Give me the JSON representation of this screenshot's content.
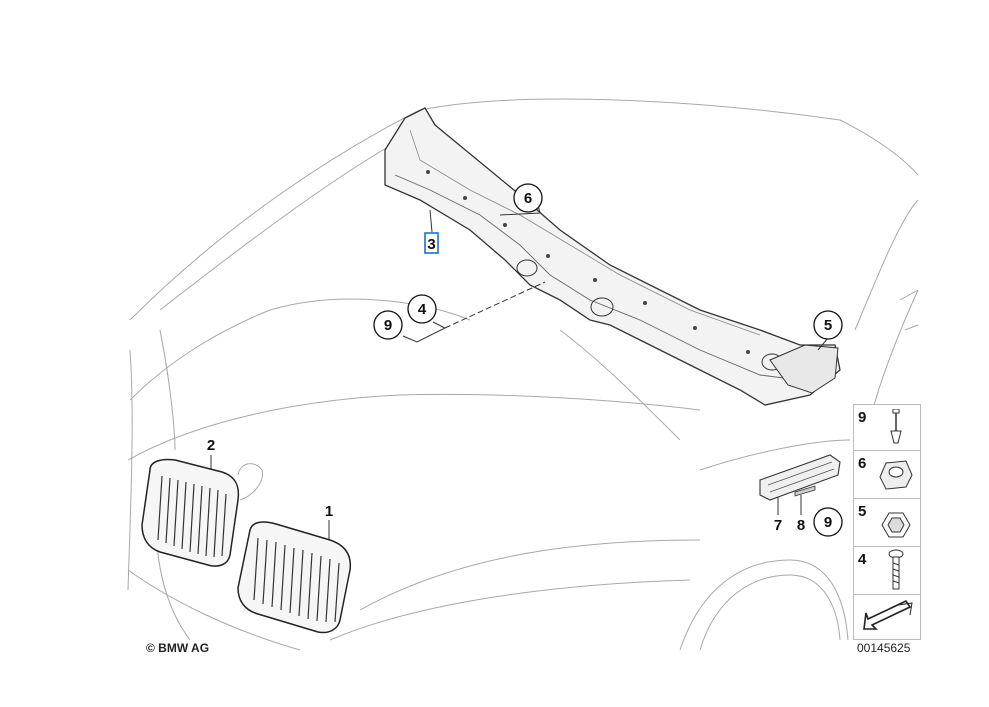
{
  "callouts": {
    "c1": "1",
    "c2": "2",
    "c3": "3",
    "c4": "4",
    "c5": "5",
    "c6": "6",
    "c7": "7",
    "c8": "8",
    "c9a": "9",
    "c9b": "9"
  },
  "legend": {
    "items": [
      {
        "number": "9",
        "icon": "screw-icon"
      },
      {
        "number": "6",
        "icon": "expanding-rivet-icon"
      },
      {
        "number": "5",
        "icon": "hex-nut-icon"
      },
      {
        "number": "4",
        "icon": "bolt-icon"
      }
    ],
    "arrow_icon": "direction-arrow-icon"
  },
  "footer": {
    "copyright": "© BMW AG",
    "diagram_id": "00145625"
  },
  "colors": {
    "line": "#9a9a9a",
    "part": "#333333",
    "highlight": "#1a6fd6"
  }
}
